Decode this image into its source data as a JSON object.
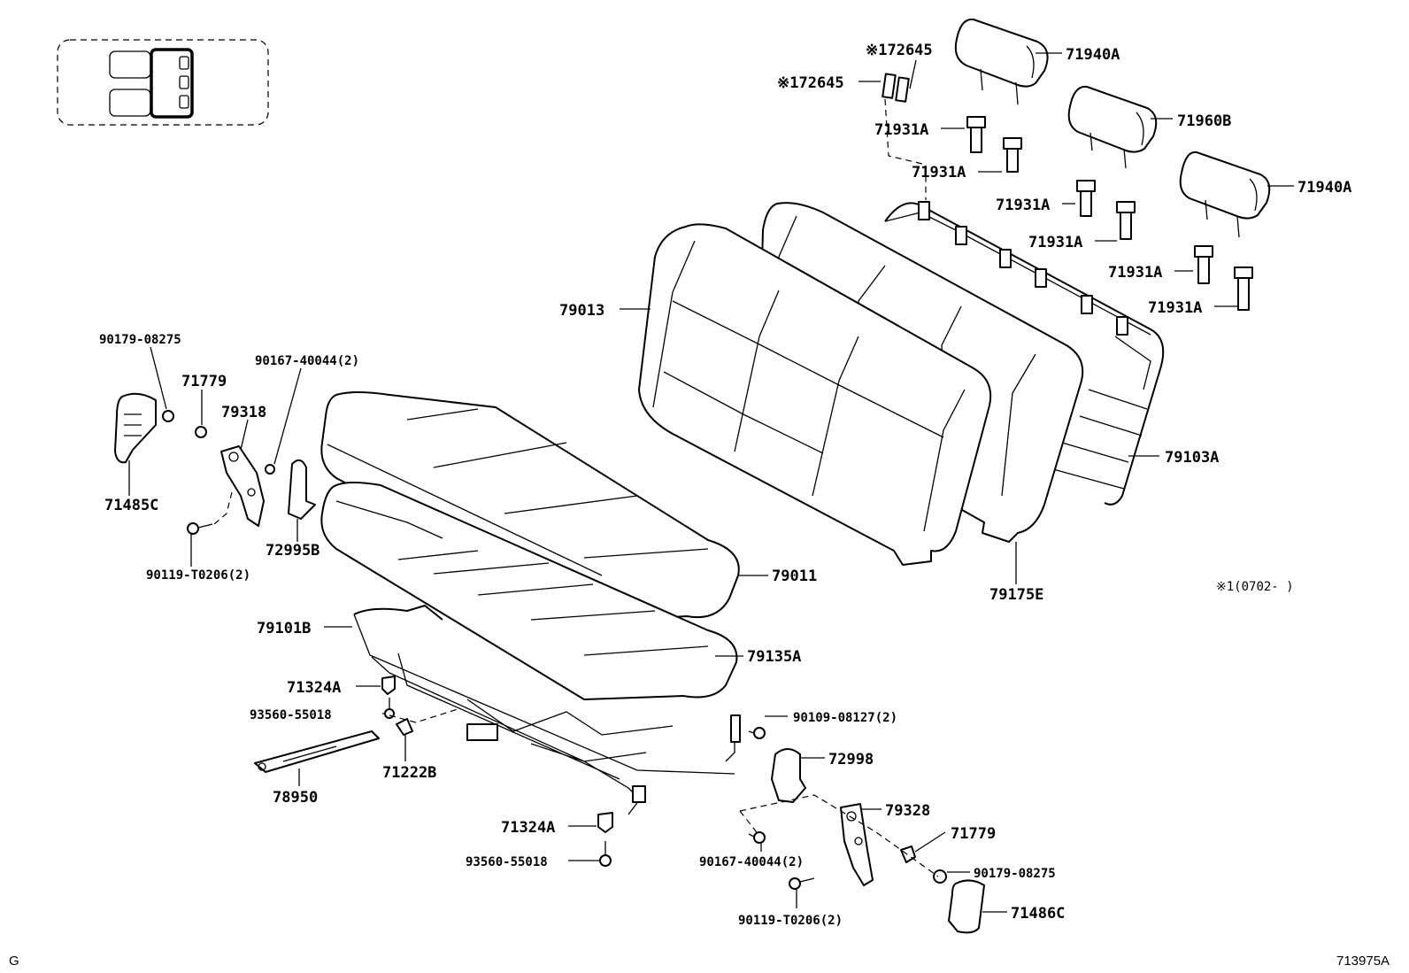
{
  "labels": {
    "l_72645a": "※172645",
    "l_72645b": "※172645",
    "l_71940a_top": "71940A",
    "l_71960b": "71960B",
    "l_71940a_right": "71940A",
    "l_71931a_1": "71931A",
    "l_71931a_2": "71931A",
    "l_71931a_3": "71931A",
    "l_71931a_4": "71931A",
    "l_71931a_5": "71931A",
    "l_71931a_6": "71931A",
    "l_79013": "79013",
    "l_79103a": "79103A",
    "l_79175e": "79175E",
    "l_90179_left": "90179-08275",
    "l_71779_left": "71779",
    "l_90167_top": "90167-40044(2)",
    "l_79318": "79318",
    "l_71485c": "71485C",
    "l_72995b": "72995B",
    "l_90119_left": "90119-T0206(2)",
    "l_79011": "79011",
    "l_79101b": "79101B",
    "l_79135a": "79135A",
    "l_71324a_upper": "71324A",
    "l_93560_upper": "93560-55018",
    "l_71222b": "71222B",
    "l_78950": "78950",
    "l_90109": "90109-08127(2)",
    "l_72998": "72998",
    "l_79328": "79328",
    "l_71779_right": "71779",
    "l_90179_right": "90179-08275",
    "l_71486c": "71486C",
    "l_71324a_lower": "71324A",
    "l_93560_lower": "93560-55018",
    "l_90167_bottom": "90167-40044(2)",
    "l_90119_right": "90119-T0206(2)",
    "note": "※1(0702-      )"
  },
  "corner": {
    "left_code": "G",
    "illustration_id": "713975A"
  }
}
